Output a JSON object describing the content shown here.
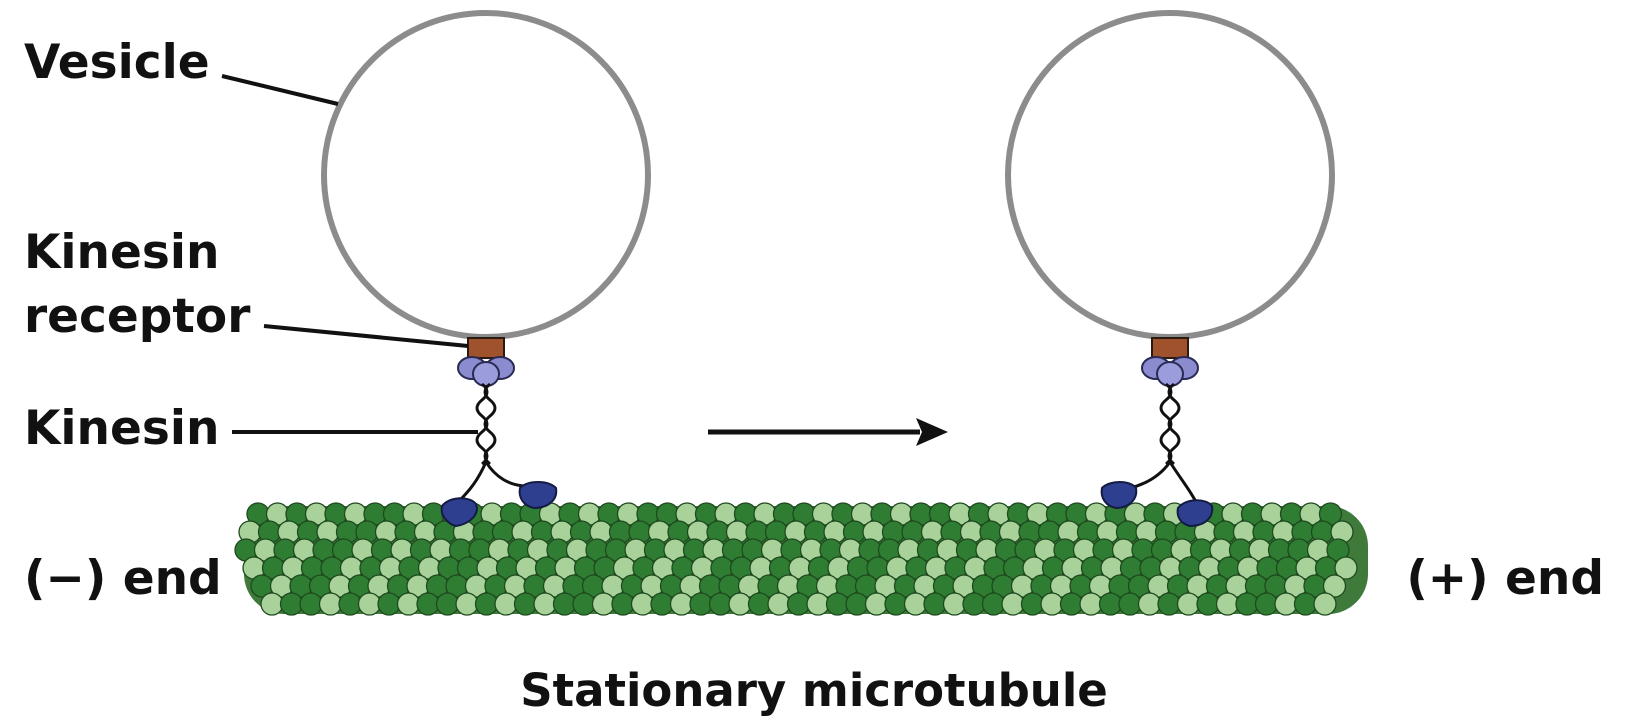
{
  "labels": {
    "vesicle": "Vesicle",
    "kinesin_receptor_line1": "Kinesin",
    "kinesin_receptor_line2": "receptor",
    "kinesin": "Kinesin",
    "minus_end": "(−) end",
    "plus_end": "(+) end",
    "caption": "Stationary microtubule"
  },
  "colors": {
    "vesicle_outline": "#8c8c8c",
    "receptor": "#a0522d",
    "kinesin_light": "#8a8ccf",
    "kinesin_dark": "#2e3f8f",
    "tubulin_light": "#a8d29a",
    "tubulin_dark": "#2e7d32",
    "line": "#111111"
  },
  "icons": {
    "direction": "arrow-right-icon"
  }
}
